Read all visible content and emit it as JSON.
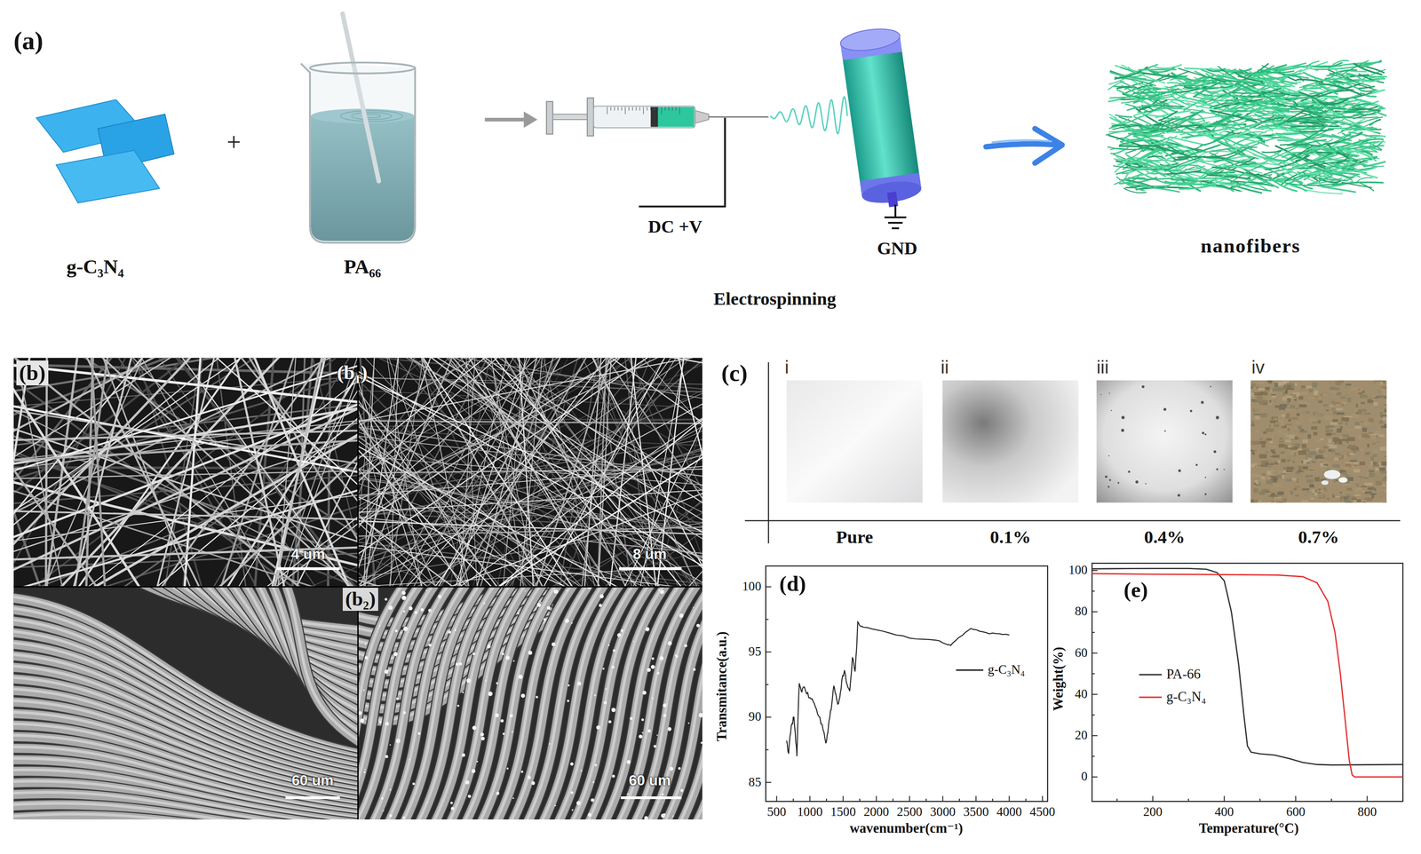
{
  "diagram": {
    "labels": [
      "(a)",
      "g-C₃N₄",
      "+",
      "PA₆₆",
      "DC +V",
      "GND",
      "nanofibers",
      "Electrospinning",
      "(b)",
      "(b₁)",
      "4 um",
      "8 um",
      "(b₂)",
      "60 um",
      "60 um",
      "(c)",
      "i",
      "ii",
      "iii",
      "iv",
      "Pure",
      "0.1%",
      "0.4%",
      "0.7%",
      "(d)",
      "Transmitance(a.u.)",
      "wavenumber(cm⁻¹)",
      "500",
      "1000",
      "1500",
      "2000",
      "2500",
      "3000",
      "3500",
      "4000",
      "4500",
      "85",
      "90",
      "95",
      "100",
      "(e)",
      "Weight(%)",
      "Temperature(°C)",
      "200",
      "400",
      "600",
      "800",
      "0",
      "20",
      "40",
      "60",
      "80",
      "100"
    ],
    "legend": [
      {
        "text": "g-C₃N₄"
      },
      {
        "text": "PA-66"
      },
      {
        "text": "g-C₃N₄"
      }
    ]
  }
}
